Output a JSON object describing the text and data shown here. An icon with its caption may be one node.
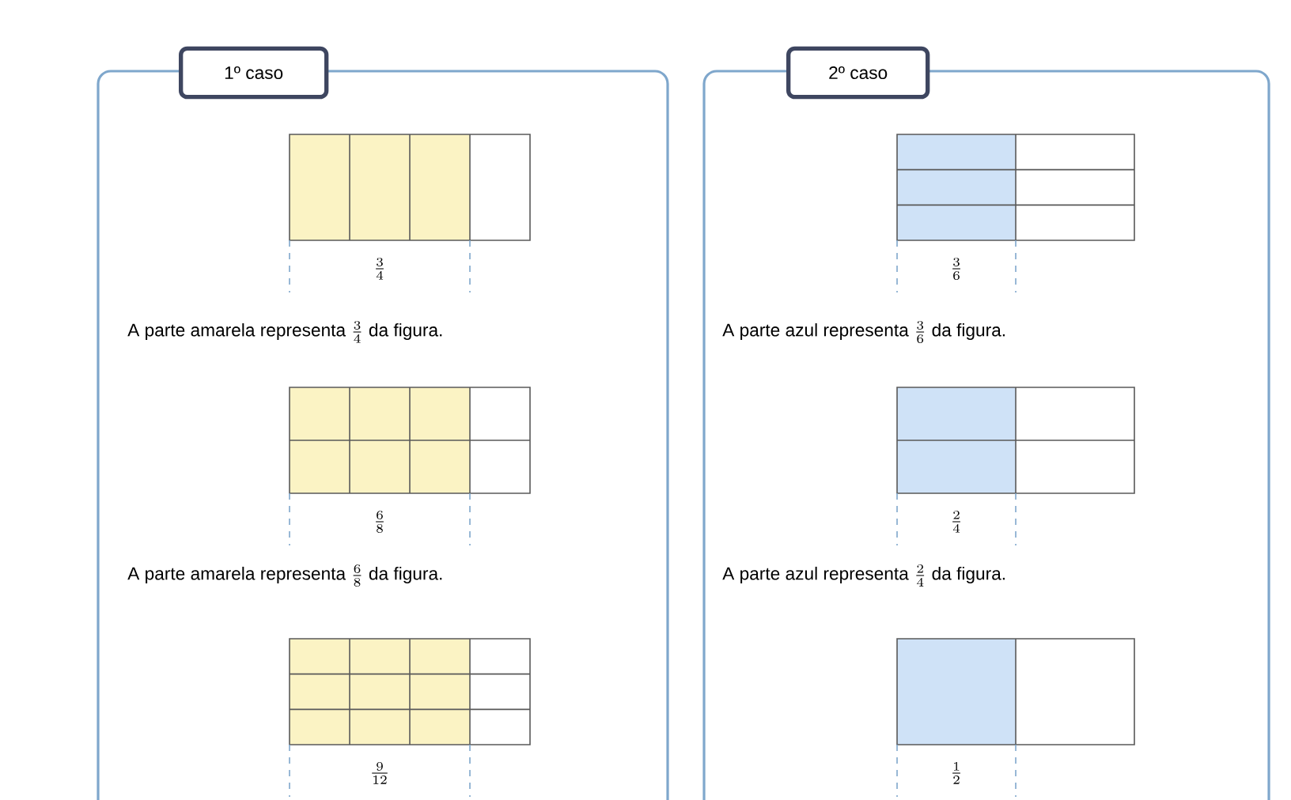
{
  "diagram": {
    "nodes": [
      {
        "text": [
          "1º caso"
        ]
      },
      {
        "text": [
          "2º caso"
        ]
      }
    ],
    "labels": [
      "\\frac{3}{4}",
      "A parte amarela representa",
      "\\frac{3}{4}",
      "da figura.",
      "\\frac{6}{8}",
      "A parte amarela representa",
      "\\frac{6}{8}",
      "da figura.",
      "\\frac{9}{12}",
      "\\frac{3}{6}",
      "A parte azul representa",
      "\\frac{3}{6}",
      "da figura.",
      "\\frac{2}{4}",
      "A parte azul representa",
      "\\frac{2}{4}",
      "da figura.",
      "\\frac{1}{2}"
    ]
  }
}
